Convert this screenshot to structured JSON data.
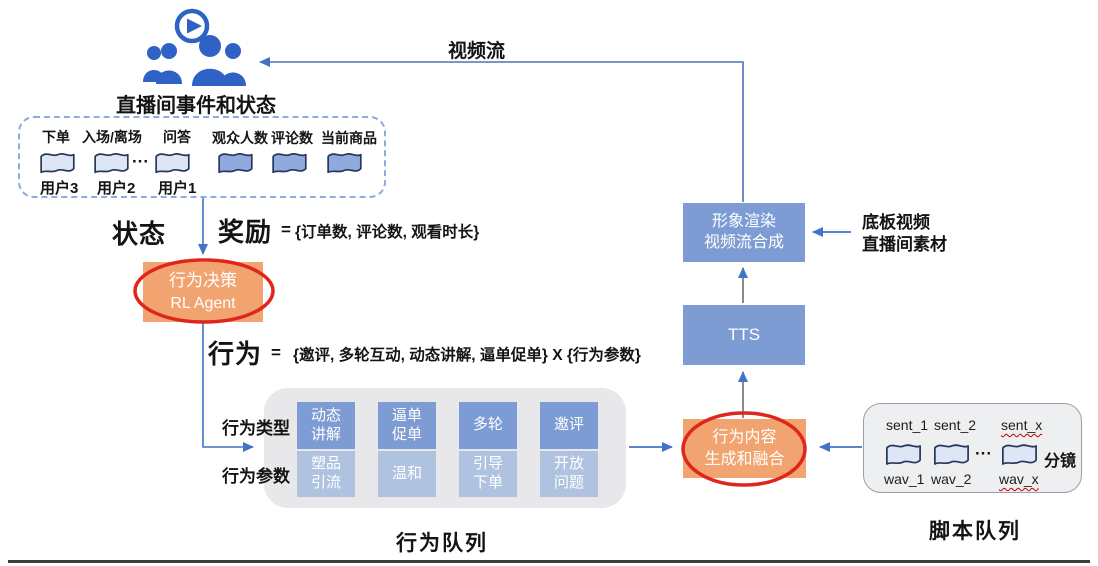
{
  "header": {
    "video_stream_label": "视频流",
    "audience_label": "直播间事件和状态"
  },
  "events_panel": {
    "event_labels": [
      "下单",
      "入场/离场",
      "问答",
      "观众人数",
      "评论数",
      "当前商品"
    ],
    "user_labels": [
      "用户3",
      "用户2",
      "用户1"
    ],
    "ellipsis": "···"
  },
  "rl": {
    "state_label": "状态",
    "reward_label": "奖励",
    "equals": "=",
    "reward_value": "{订单数, 评论数, 观看时长}",
    "agent_line1": "行为决策",
    "agent_line2": "RL Agent",
    "action_label": "行为",
    "action_value": "{邀评, 多轮互动, 动态讲解, 逼单促单} X {行为参数}"
  },
  "action_queue": {
    "type_label": "行为类型",
    "param_label": "行为参数",
    "columns": [
      {
        "type": "动态\n讲解",
        "param": "塑品\n引流"
      },
      {
        "type": "逼单\n促单",
        "param": "温和"
      },
      {
        "type": "多轮",
        "param": "引导\n下单"
      },
      {
        "type": "邀评",
        "param": "开放\n问题"
      }
    ],
    "caption": "行为队列"
  },
  "pipeline": {
    "content_gen_line1": "行为内容",
    "content_gen_line2": "生成和融合",
    "tts_label": "TTS",
    "render_line1": "形象渲染",
    "render_line2": "视频流合成",
    "materials_line1": "底板视频",
    "materials_line2": "直播间素材"
  },
  "script_queue": {
    "sent_labels": [
      "sent_1",
      "sent_2",
      "sent_x"
    ],
    "wav_labels": [
      "wav_1",
      "wav_2",
      "wav_x"
    ],
    "ellipsis": "···",
    "shot_label": "分镜",
    "caption": "脚本队列"
  },
  "colors": {
    "arrow_blue": "#4472C4",
    "box_blue": "#7E9CD4",
    "box_blue_light": "#AFC3E1",
    "orange": "#F2A470",
    "highlight_red": "#E0261C",
    "doc_dark_fill": "#8FAADC",
    "doc_light_fill": "#DCE6F4",
    "dashed_border": "#8FAADC",
    "gray_panel": "#E8E8EA"
  }
}
